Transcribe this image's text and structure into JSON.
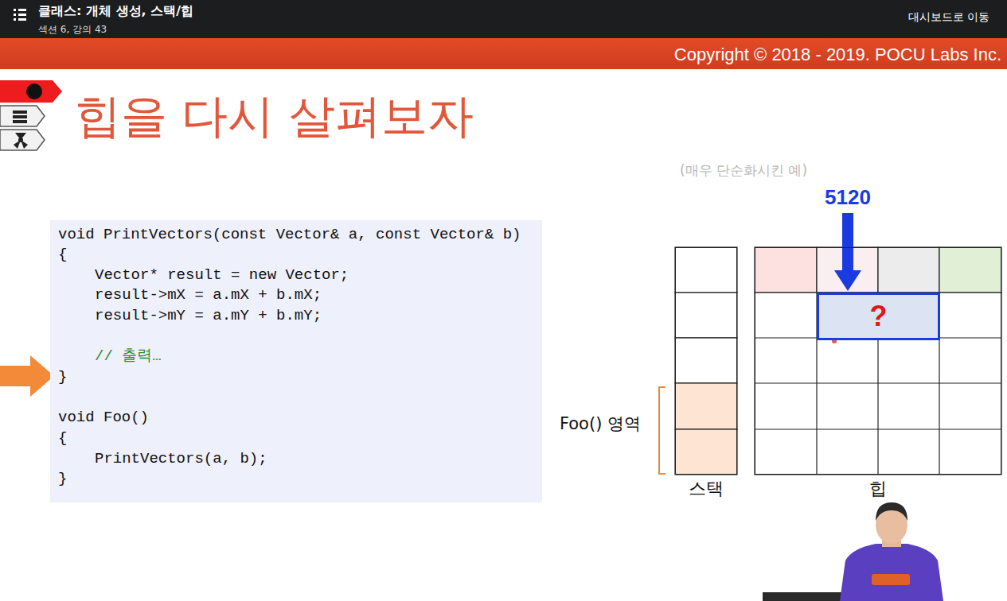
{
  "diagram": {
    "title": "힙을 다시 살펴보자",
    "nodes": [
      {
        "text": [
          "void PrintVectors(const Vector& a, const Vector& b)",
          "{",
          "Vector* result = new Vector;",
          "result->mX = a.mX + b.mX;",
          "result->mY = a.mY + b.mY;",
          "// 출력…",
          "}",
          "void Foo()",
          "{",
          "PrintVectors(a, b);",
          "}"
        ]
      },
      {
        "text": [
          "스택"
        ]
      },
      {
        "text": [
          "힙"
        ]
      },
      {
        "text": [
          "?"
        ],
        "in": 2
      }
    ],
    "labels": [
      "클래스: 개체 생성, 스택/힙",
      "섹션 6, 강의 43",
      "대시보드로 이동",
      "Copyright © 2018 - 2019. POCU Labs Inc.",
      "(매우 단순화시킨 예)",
      "5120",
      "Foo() 영역"
    ]
  }
}
